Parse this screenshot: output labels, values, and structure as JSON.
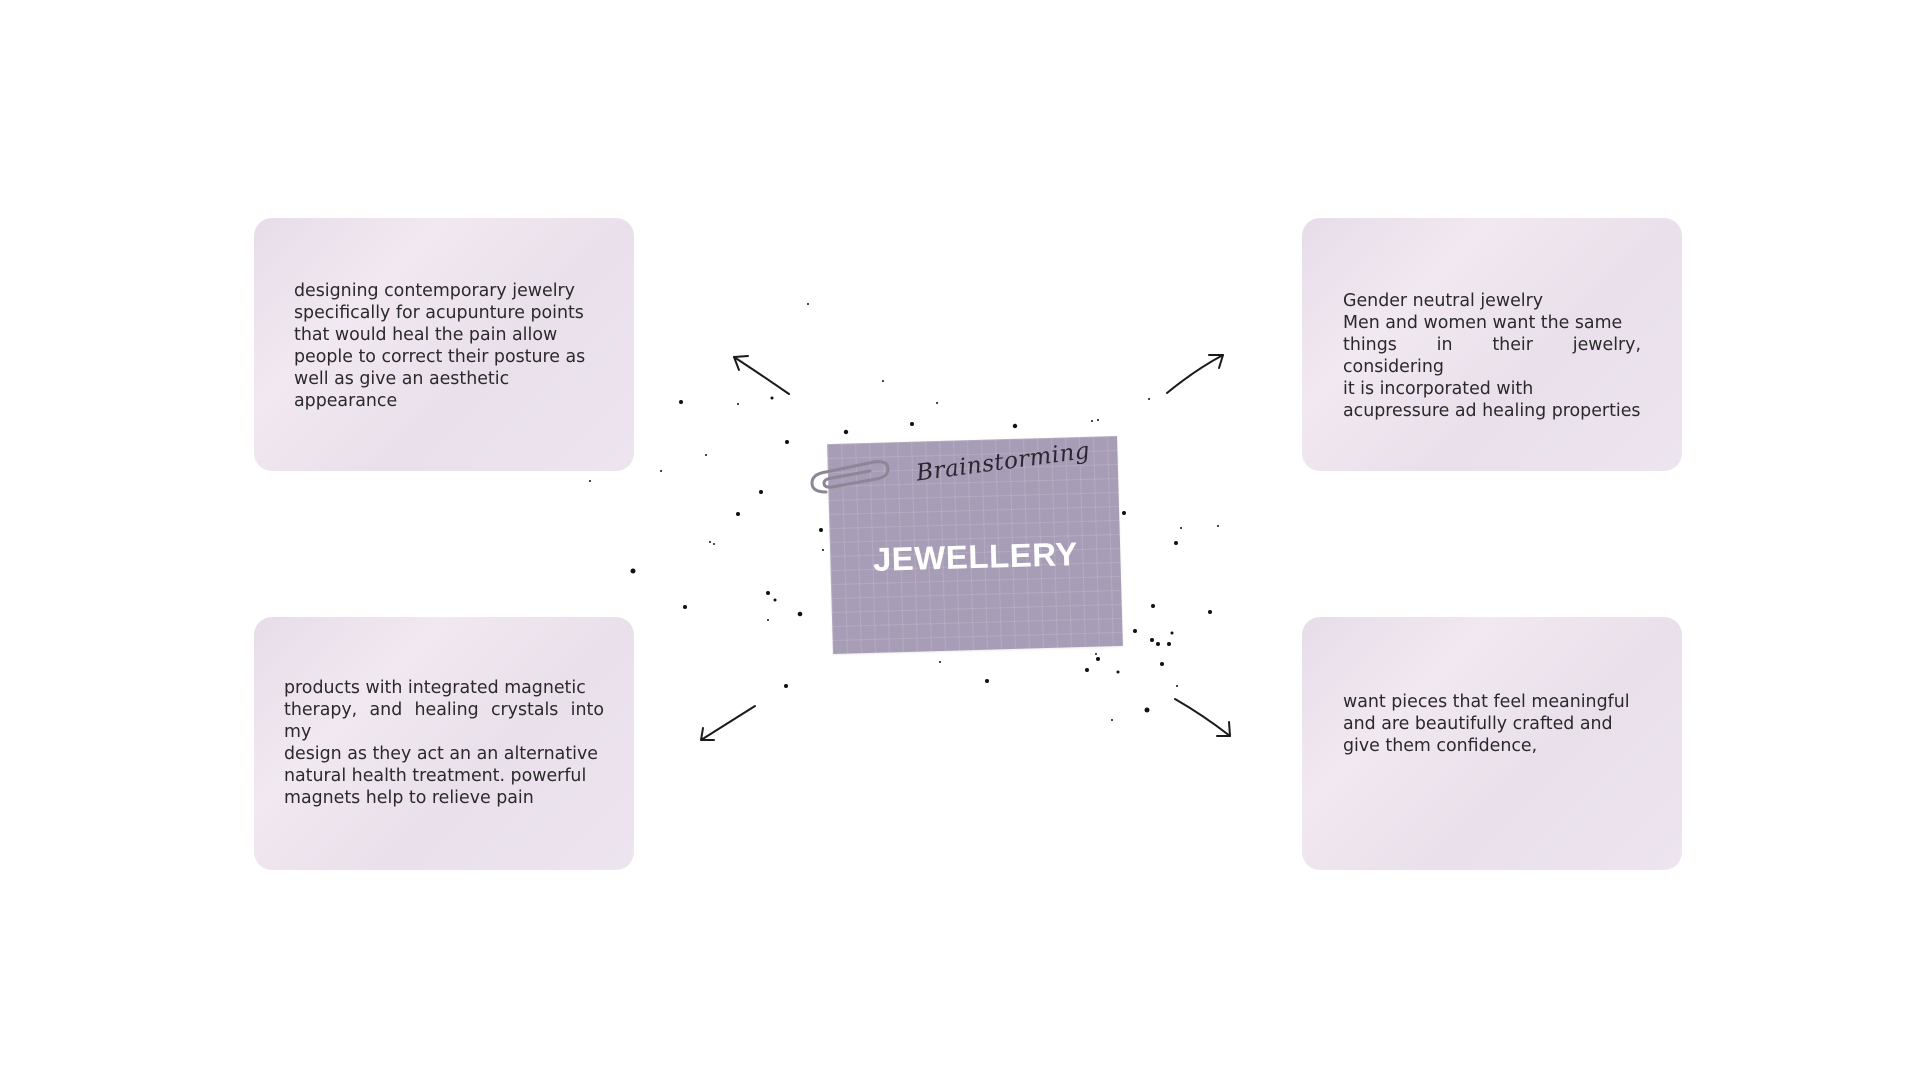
{
  "center_note": {
    "subtitle": "Brainstorming",
    "title": "JEWELLERY"
  },
  "cards": {
    "top_left": {
      "lines": [
        "designing contemporary jewelry",
        "specifically for acupunture points",
        "that would heal the pain allow",
        "people to correct their posture as",
        "well as give an aesthetic",
        "appearance"
      ]
    },
    "top_right": {
      "lines": [
        "Gender neutral jewelry",
        "Men and women want the same",
        "things in their jewelry, considering",
        "it is incorporated with",
        "acupressure ad healing properties"
      ]
    },
    "bottom_left": {
      "lines": [
        "products with integrated magnetic",
        "therapy, and healing crystals into my",
        "design as they act an an alternative",
        "natural health treatment. powerful",
        "magnets help to relieve pain"
      ]
    },
    "bottom_right": {
      "lines": [
        "want pieces that feel meaningful",
        "and are beautifully crafted and",
        "give them confidence,"
      ]
    }
  },
  "colors": {
    "card_background": "#ebe2ed",
    "note_background": "#a89db6",
    "title_text": "#ffffff",
    "body_text": "#2a2a2a"
  },
  "icons": {
    "paperclip": "paperclip-icon",
    "arrows": "arrow-icon"
  }
}
